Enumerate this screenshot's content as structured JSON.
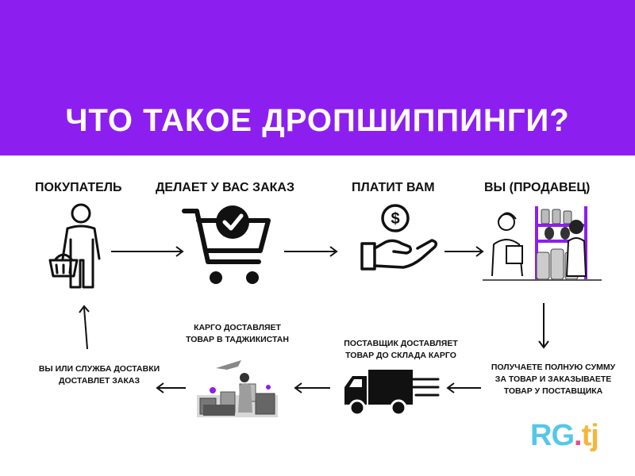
{
  "title": "ЧТО ТАКОЕ ДРОПШИППИНГИ?",
  "steps": {
    "buyer": "ПОКУПАТЕЛЬ",
    "order": "ДЕЛАЕТ У ВАС ЗАКАЗ",
    "pay": "ПЛАТИТ ВАМ",
    "seller": "ВЫ (ПРОДАВЕЦ)"
  },
  "lower": {
    "receive_line1": "ПОЛУЧАЕТЕ ПОЛНУЮ СУММУ",
    "receive_line2": "ЗА ТОВАР И ЗАКАЗЫВАЕТЕ",
    "receive_line3": "ТОВАР У ПОСТАВЩИКА",
    "supplier_line1": "ПОСТАВЩИК ДОСТАВЛЯЕТ",
    "supplier_line2": "ТОВАР  ДО СКЛАДА КАРГО",
    "cargo_line1": "КАРГО ДОСТАВЛЯЕТ",
    "cargo_line2": "ТОВАР В ТАДЖИКИСТАН",
    "delivery_line1": "ВЫ ИЛИ СЛУЖБА ДОСТАВКИ",
    "delivery_line2": "ДОСТАВЛЕТ ЗАКАЗ"
  },
  "logo": {
    "rg": "RG",
    "dot": ".",
    "tj": "tj"
  },
  "colors": {
    "banner": "#8c1fef",
    "logo_rg": "#55c7ea",
    "logo_tj": "#f4b63a",
    "logo_dot": "#e94b8a"
  },
  "icons": [
    "person-with-basket-icon",
    "shopping-cart-check-icon",
    "hand-coin-icon",
    "seller-shelf-icon",
    "cargo-warehouse-icon",
    "delivery-truck-icon"
  ]
}
